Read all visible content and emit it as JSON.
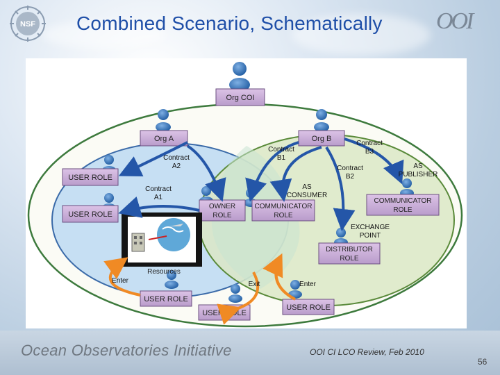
{
  "header": {
    "title": "Combined Scenario, Schematically",
    "nsf_logo_text": "NSF",
    "ooi_logo_text": "OOI"
  },
  "diagram": {
    "org_coi": "Org COI",
    "org_a": "Org A",
    "org_b": "Org B",
    "user_role_1": "USER ROLE",
    "user_role_2": "USER ROLE",
    "user_role_3": "USER ROLE",
    "user_role_4": "USER ROLE",
    "user_role_5": "USER ROLE",
    "owner_role_l1": "OWNER",
    "owner_role_l2": "ROLE",
    "communicator_mid_l1": "COMMUNICATOR",
    "communicator_mid_l2": "ROLE",
    "communicator_right_l1": "COMMUNICATOR",
    "communicator_right_l2": "ROLE",
    "distributor_l1": "DISTRIBUTOR",
    "distributor_l2": "ROLE",
    "contract_a2_l1": "Contract",
    "contract_a2_l2": "A2",
    "contract_a1_l1": "Contract",
    "contract_a1_l2": "A1",
    "contract_b1_l1": "Contract",
    "contract_b1_l2": "B1",
    "contract_b2_l1": "Contract",
    "contract_b2_l2": "B2",
    "contract_b3_l1": "Contract",
    "contract_b3_l2": "B3",
    "as_consumer_l1": "AS",
    "as_consumer_l2": "CONSUMER",
    "as_publisher_l1": "AS",
    "as_publisher_l2": "PUBLISHER",
    "exchange_point_l1": "EXCHANGE",
    "exchange_point_l2": "POINT",
    "resources": "Resources",
    "enter_left": "Enter",
    "exit": "Exit",
    "enter_right": "Enter"
  },
  "footer": {
    "org_name": "Ocean Observatories Initiative",
    "review": "OOI CI LCO Review, Feb 2010",
    "page_number": "56"
  }
}
